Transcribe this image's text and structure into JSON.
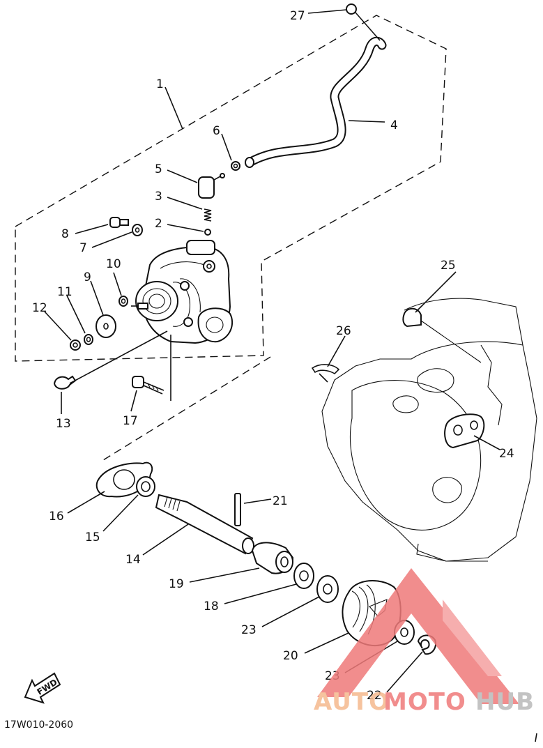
{
  "diagram": {
    "callouts": {
      "p1": "1",
      "p2": "2",
      "p3": "3",
      "p4": "4",
      "p5": "5",
      "p6": "6",
      "p7": "7",
      "p8": "8",
      "p9": "9",
      "p10": "10",
      "p11": "11",
      "p12": "12",
      "p13": "13",
      "p14": "14",
      "p15": "15",
      "p16": "16",
      "p17": "17",
      "p18": "18",
      "p19": "19",
      "p20": "20",
      "p21": "21",
      "p22": "22",
      "p23a": "23",
      "p23b": "23",
      "p24": "24",
      "p25": "25",
      "p26": "26",
      "p27": "27"
    },
    "fwd_label": "FWD",
    "figure_code": "17W010-2060"
  },
  "watermark": {
    "brand_part1": "AUTO",
    "brand_part2": "MOTO",
    "brand_part3": "HUB",
    "colors": {
      "orange": "#f5b98e",
      "red": "#ef7a7a",
      "gray": "#b9b9b9"
    }
  }
}
